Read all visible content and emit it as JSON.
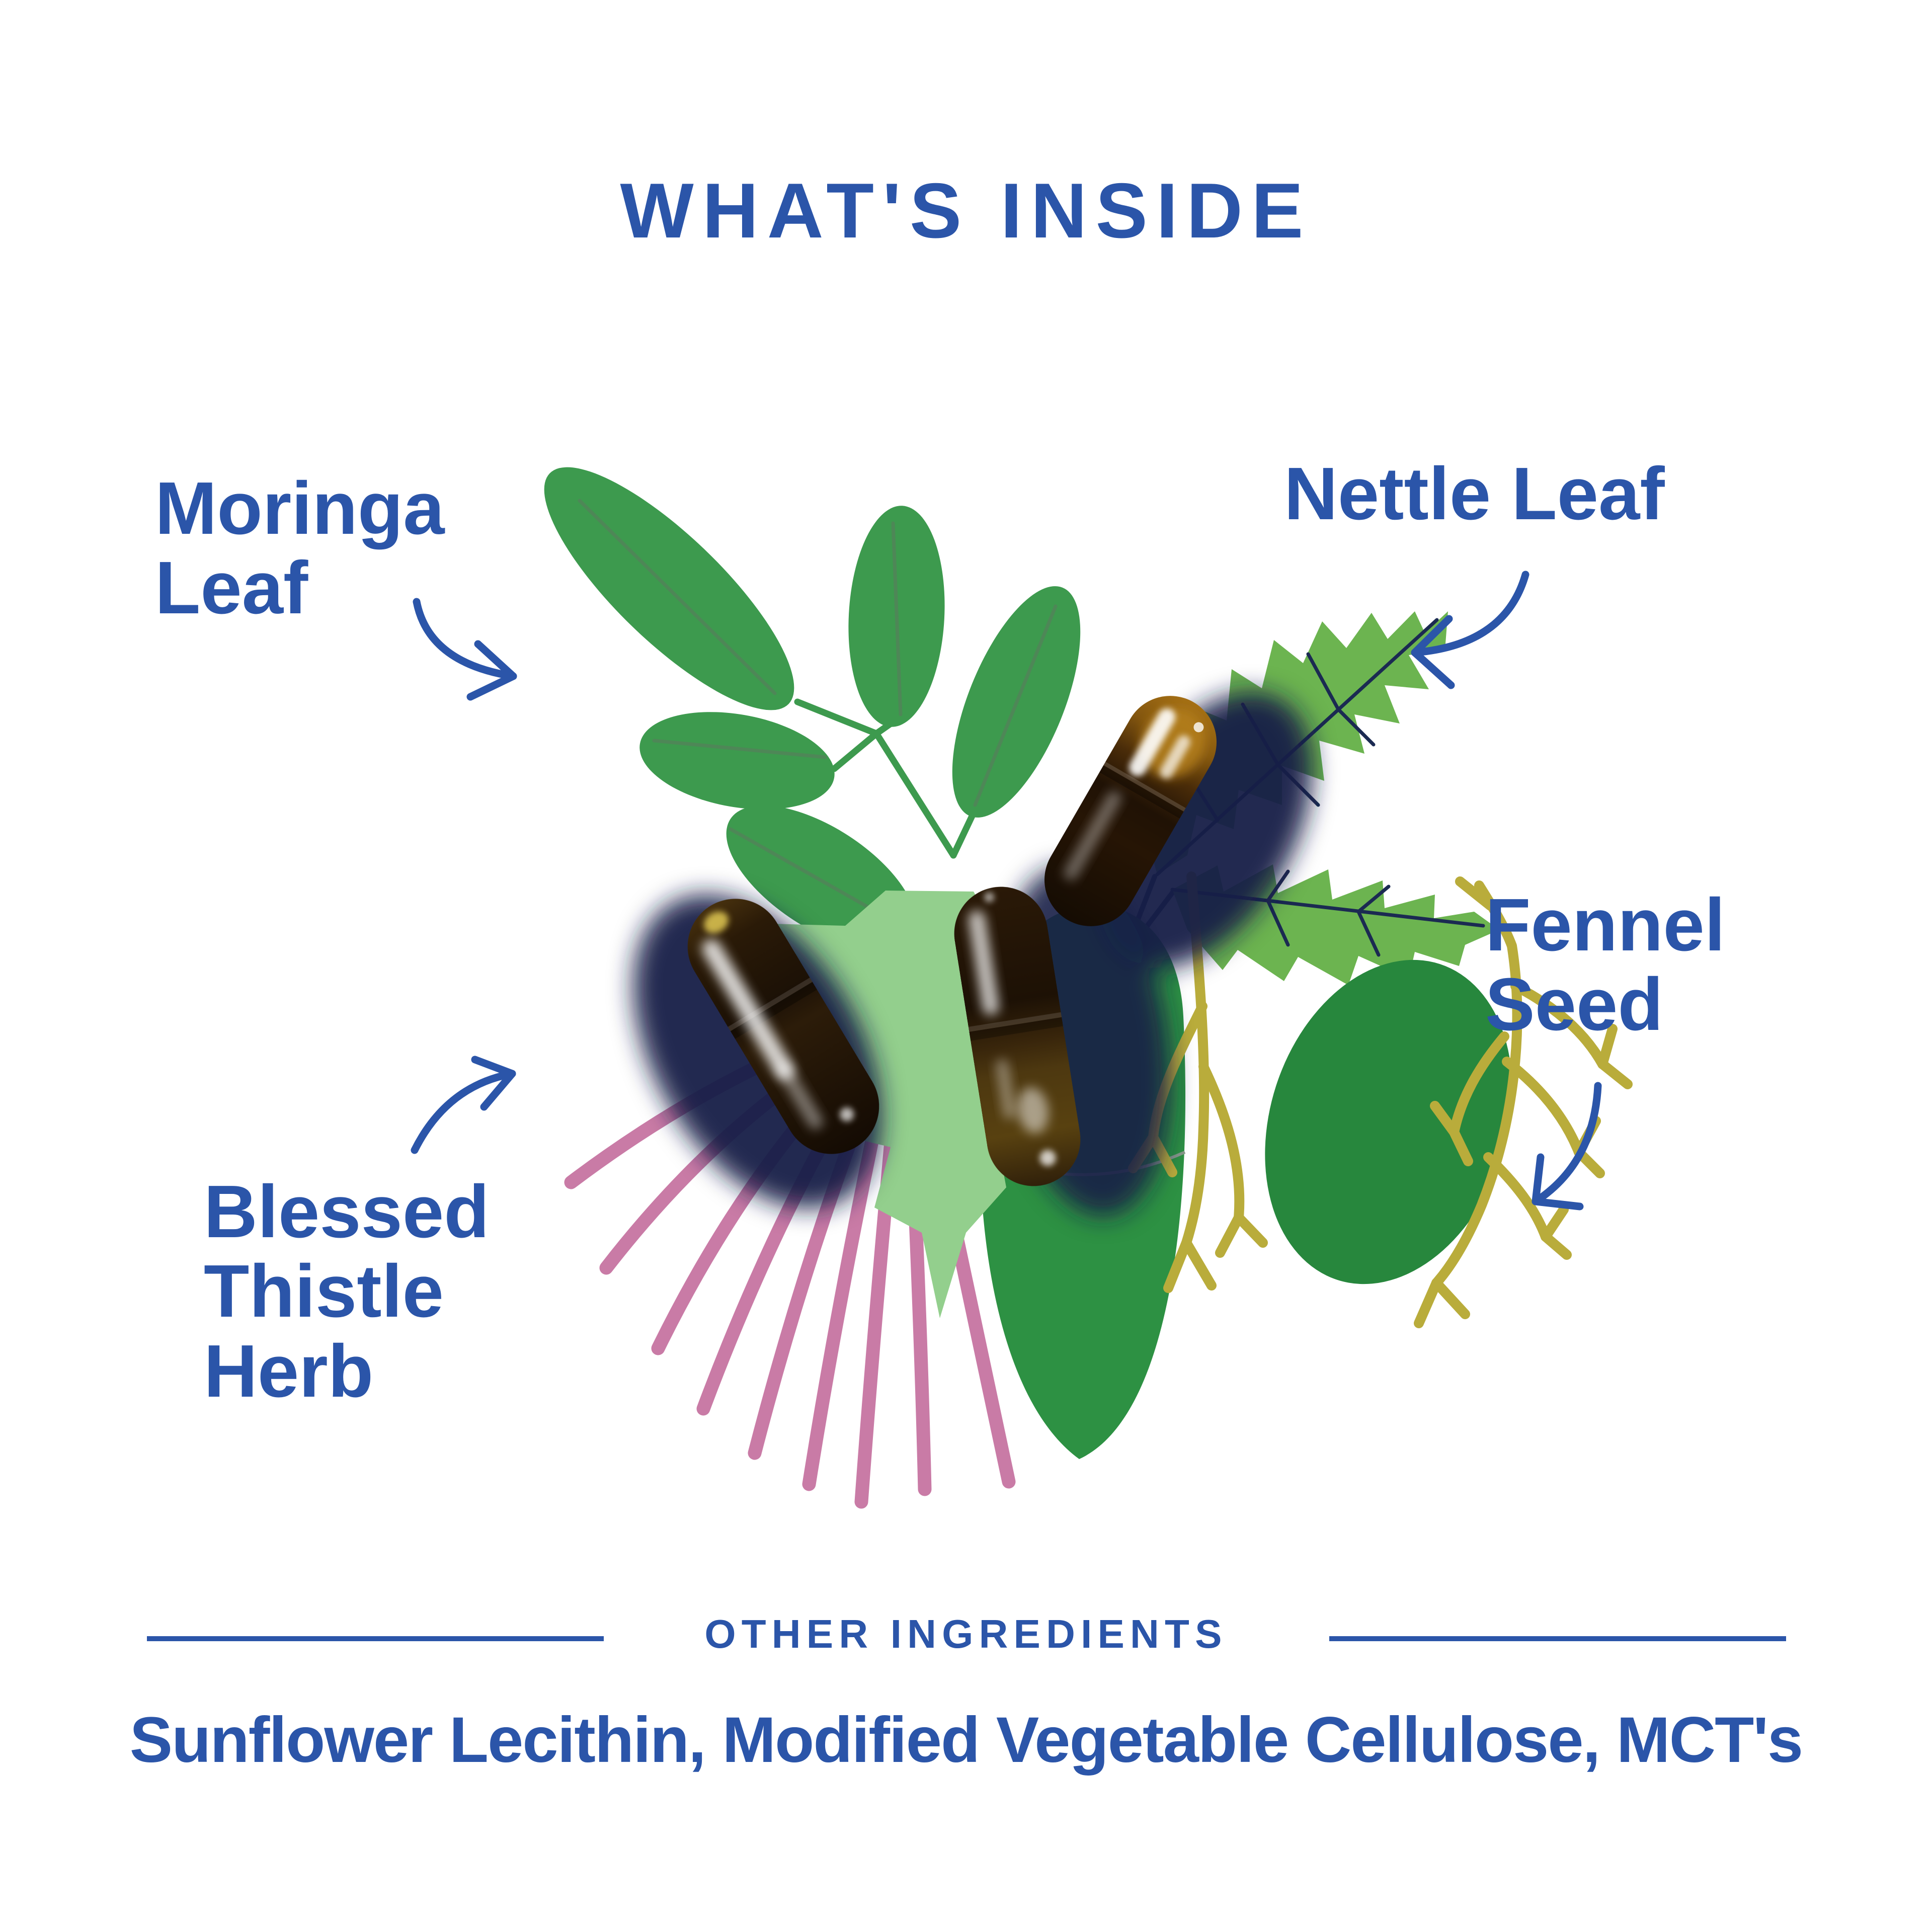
{
  "title": "WHAT'S INSIDE",
  "ingredients": [
    {
      "name": "Moringa Leaf",
      "label": "Moringa\nLeaf"
    },
    {
      "name": "Nettle Leaf",
      "label": "Nettle Leaf"
    },
    {
      "name": "Fennel Seed",
      "label": "Fennel\nSeed"
    },
    {
      "name": "Blessed Thistle Herb",
      "label": "Blessed\nThistle\nHerb"
    }
  ],
  "other_ingredients": {
    "heading": "OTHER INGREDIENTS",
    "items": "Sunflower Lecithin, Modified Vegetable Cellulose, MCT's"
  },
  "icons": {
    "moringa_leaf_icon": "green compound leaf with oval leaflets",
    "nettle_leaf_icon": "light green serrated leaves with navy veins",
    "fennel_seed_icon": "olive-gold branching fennel fronds",
    "blessed_thistle_icon": "pink radiating thistle strands",
    "capsules_icon": "three translucent amber-brown supplement capsules",
    "arrow_icon": "hand-drawn curved blue arrow"
  },
  "colors": {
    "blue": "#2b55a9",
    "moringa-green": "#3d9a4e",
    "moringa-vein": "#4e8757",
    "nettle-green": "#6cb450",
    "vein-navy": "#1b2a52",
    "leaf-dark": "#2d9143",
    "leaf-dark2": "#27873d",
    "leaf-light": "#93cf8d",
    "fennel-olive": "#b9ac3b",
    "thistle-pink": "#c97ba6",
    "shadow-navy": "#141f47",
    "background": "#ffffff"
  }
}
